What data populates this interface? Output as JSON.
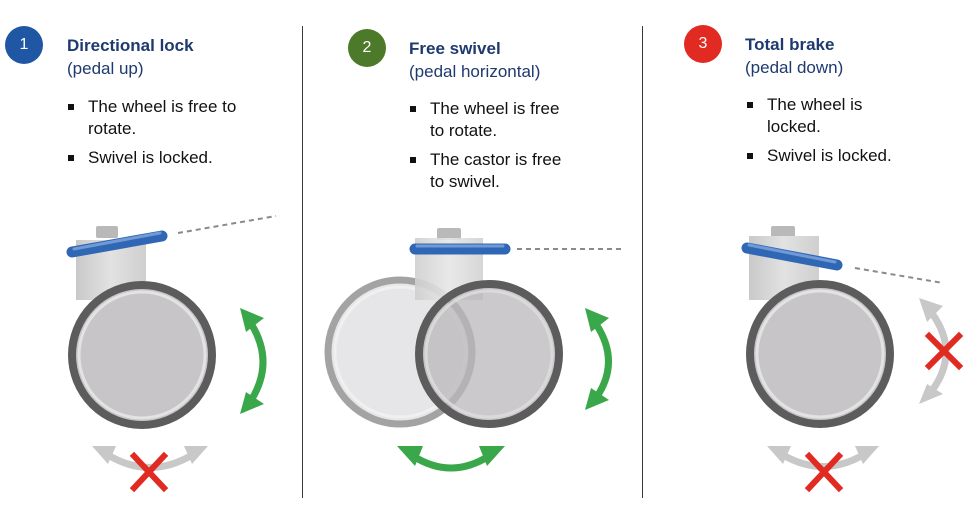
{
  "colors": {
    "badge_1": "#1f57a5",
    "badge_2": "#4c7a2a",
    "badge_3": "#e02a22",
    "title": "#1e3a6e",
    "pedal": "#2f67b5",
    "arrow_allowed": "#3aa84a",
    "arrow_blocked": "#c8c8c8",
    "cross": "#e02a22",
    "wheel_rim": "#5c5c5c",
    "wheel_fill": "#c7c5c8"
  },
  "icons": {
    "allowed": "curved-double-arrow-icon",
    "blocked": "x-mark-icon"
  },
  "panels": [
    {
      "number": "1",
      "title": "Directional lock",
      "subtitle": "(pedal up)",
      "bullets": [
        "The wheel is free to rotate.",
        "Swivel is locked."
      ],
      "rotation_allowed": true,
      "swivel_allowed": false
    },
    {
      "number": "2",
      "title": "Free swivel",
      "subtitle": "(pedal horizontal)",
      "bullets": [
        "The wheel is free to rotate.",
        "The castor is free to swivel."
      ],
      "rotation_allowed": true,
      "swivel_allowed": true
    },
    {
      "number": "3",
      "title": "Total brake",
      "subtitle": "(pedal down)",
      "bullets": [
        "The wheel is locked.",
        "Swivel is locked."
      ],
      "rotation_allowed": false,
      "swivel_allowed": false
    }
  ]
}
